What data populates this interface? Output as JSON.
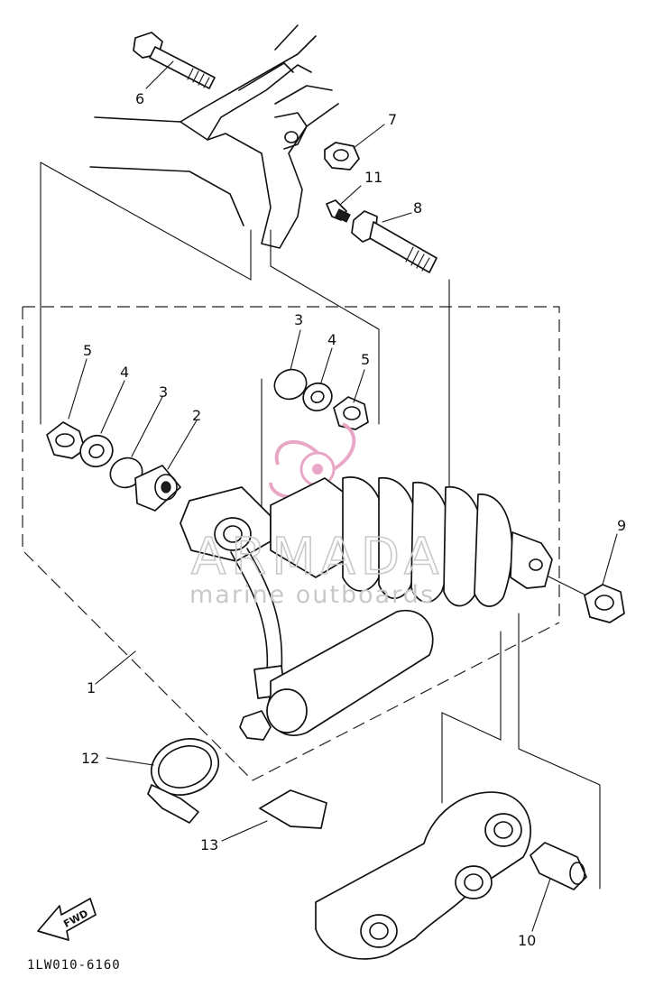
{
  "diagram": {
    "callouts": [
      {
        "id": "c6",
        "text": "6"
      },
      {
        "id": "c7",
        "text": "7"
      },
      {
        "id": "c11",
        "text": "11"
      },
      {
        "id": "c8",
        "text": "8"
      },
      {
        "id": "c3a",
        "text": "3"
      },
      {
        "id": "c4a",
        "text": "4"
      },
      {
        "id": "c5a",
        "text": "5"
      },
      {
        "id": "c5b",
        "text": "5"
      },
      {
        "id": "c4b",
        "text": "4"
      },
      {
        "id": "c3b",
        "text": "3"
      },
      {
        "id": "c2",
        "text": "2"
      },
      {
        "id": "c9",
        "text": "9"
      },
      {
        "id": "c1",
        "text": "1"
      },
      {
        "id": "c12",
        "text": "12"
      },
      {
        "id": "c13",
        "text": "13"
      },
      {
        "id": "c10",
        "text": "10"
      }
    ],
    "fwd_label": "FWD",
    "diagram_code": "1LW010-6160"
  },
  "watermark": {
    "brand": "ARMADA",
    "tagline": "marine outboards",
    "logo_color": "#e8a3c4",
    "text_color": "#c9c9c9"
  },
  "colors": {
    "line": "#111111",
    "background": "#ffffff"
  }
}
